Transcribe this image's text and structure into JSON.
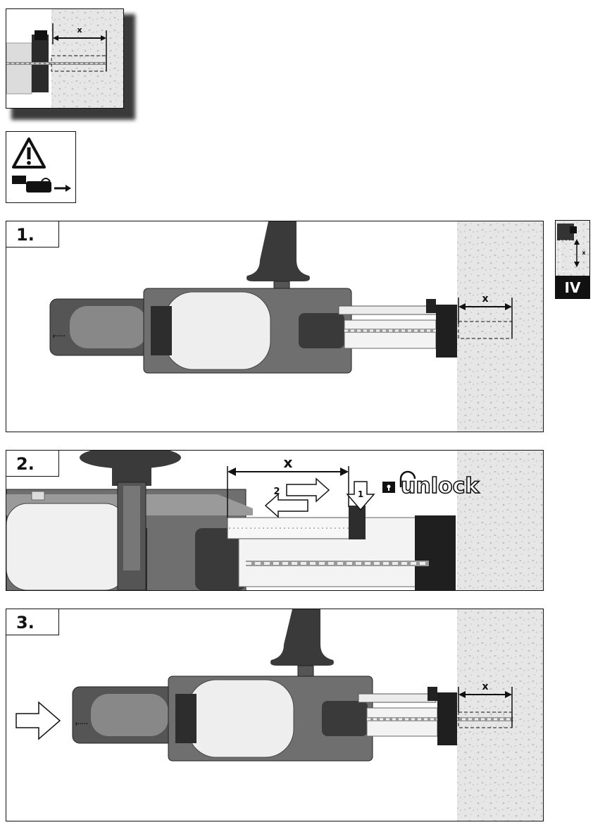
{
  "inset_top": {
    "dimension_label": "x"
  },
  "warning": {
    "icon": "warning-triangle-icon",
    "arrow": "arrow-right-icon"
  },
  "steps": [
    {
      "label": "1.",
      "dimension_label": "x"
    },
    {
      "label": "2.",
      "dimension_label": "x",
      "arrow_1": "1",
      "arrow_2": "2",
      "unlock_text": "unlock"
    },
    {
      "label": "3.",
      "dimension_label": "x"
    }
  ],
  "side_badge": {
    "label": "IV",
    "dimension_label": "x"
  },
  "colors": {
    "ink": "#111111",
    "concrete": "#e4e4e4",
    "drill_dark": "#3a3a3a",
    "drill_mid": "#7a7a7a",
    "drill_light": "#f0f0f0"
  }
}
